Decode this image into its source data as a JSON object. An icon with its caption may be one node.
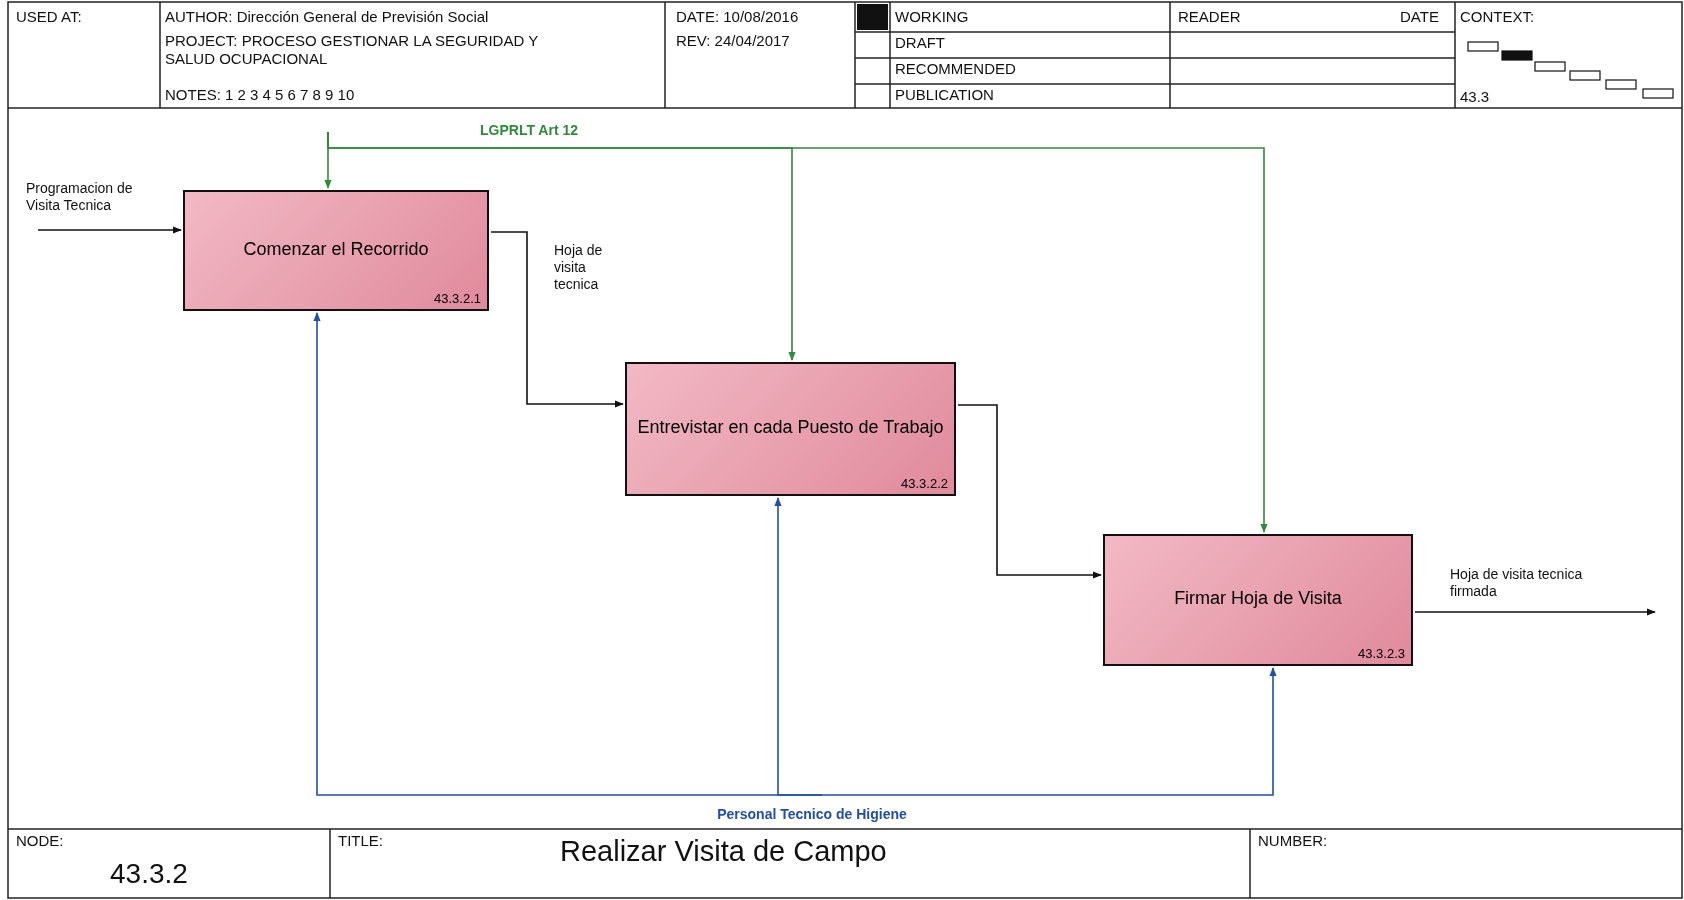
{
  "diagram": {
    "title": "Realizar Visita  de Campo",
    "nodes": [
      {
        "text": [
          "Comenzar el Recorrido",
          "43.3.2.1"
        ]
      },
      {
        "text": [
          "Entrevistar en cada Puesto de Trabajo",
          "43.3.2.2"
        ]
      },
      {
        "text": [
          "Firmar Hoja de Visita",
          "43.3.2.3"
        ]
      }
    ],
    "edges": [
      {
        "from": null,
        "to": 0,
        "arrow": "to",
        "label": "Programacion de Visita Tecnica"
      },
      {
        "from": 0,
        "to": 1,
        "arrow": "to",
        "label": "Hoja de visita tecnica"
      },
      {
        "from": 1,
        "to": 2,
        "arrow": "to"
      },
      {
        "from": 2,
        "to": null,
        "arrow": "to",
        "label": "Hoja de visita tecnica firmada"
      },
      {
        "from": null,
        "to": 0,
        "arrow": "to",
        "color": "#2e8b3a"
      },
      {
        "from": null,
        "to": 1,
        "arrow": "to",
        "label": "LGPRLT Art 12",
        "color": "#2e8b3a"
      },
      {
        "from": null,
        "to": 2,
        "arrow": "to",
        "color": "#2e8b3a"
      },
      {
        "from": null,
        "to": 0,
        "arrow": "to",
        "color": "#1f4fa8"
      },
      {
        "from": null,
        "to": 1,
        "arrow": "to",
        "label": "Personal Tecnico de Higiene",
        "color": "#1f4fa8"
      },
      {
        "from": null,
        "to": 2,
        "arrow": "to",
        "color": "#1f4fa8"
      }
    ],
    "labels": [
      "USED AT:",
      "AUTHOR: Dirección General de Previsión Social",
      "DATE: 10/08/2016",
      "WORKING",
      "READER",
      "DATE",
      "CONTEXT:",
      "PROJECT: PROCESO GESTIONAR LA SEGURIDAD Y SALUD OCUPACIONAL",
      "REV: 24/04/2017",
      "DRAFT",
      "RECOMMENDED",
      "NOTES: 1 2 3 4 5 6 7 8 9 10",
      "PUBLICATION",
      "43.3",
      "NODE:",
      "43.3.2",
      "TITLE:",
      "NUMBER:"
    ]
  }
}
